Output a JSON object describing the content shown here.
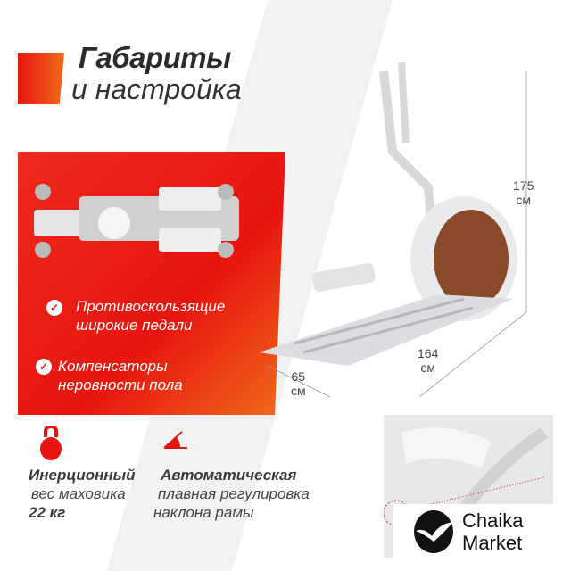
{
  "title": {
    "line1": "Габариты",
    "line2": "и настройка"
  },
  "features": [
    {
      "icon": "check-icon",
      "line1": "Противоскользящие",
      "line2": "широкие педали"
    },
    {
      "icon": "check-icon",
      "line1": "Компенсаторы",
      "line2": "неровности пола"
    }
  ],
  "dimensions": {
    "height": {
      "value": "175",
      "unit": "см"
    },
    "length": {
      "value": "164",
      "unit": "см"
    },
    "width": {
      "value": "65",
      "unit": "см"
    }
  },
  "bottom": {
    "flywheel": {
      "icon": "kettlebell-icon",
      "line1": "Инерционный",
      "line2": "вес маховика",
      "line3": "22 кг"
    },
    "incline": {
      "icon": "incline-angle-icon",
      "line1": "Автоматическая",
      "line2": "плавная регулировка",
      "line3": "наклона рамы"
    }
  },
  "logo": {
    "line1": "Chaika",
    "line2": "Market"
  },
  "colors": {
    "accent": "#e8150f",
    "text": "#333333",
    "machine": "#d9dbdd"
  }
}
